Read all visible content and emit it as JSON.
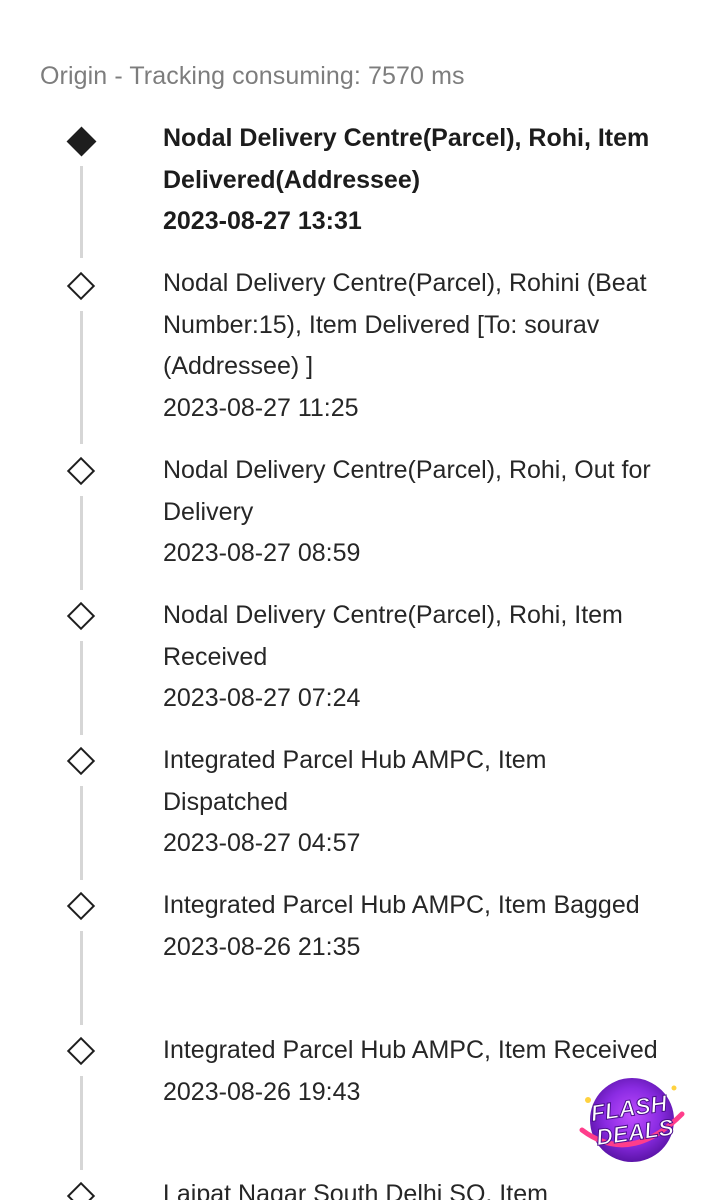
{
  "header": {
    "text": "Origin - Tracking consuming: 7570 ms"
  },
  "events": [
    {
      "description": "Nodal Delivery Centre(Parcel), Rohi, Item Delivered(Addressee)",
      "time": "2023-08-27 13:31",
      "current": true
    },
    {
      "description": "Nodal Delivery Centre(Parcel), Rohini (Beat Number:15), Item Delivered [To: sourav (Addressee) ]",
      "time": "2023-08-27 11:25",
      "current": false
    },
    {
      "description": "Nodal Delivery Centre(Parcel), Rohi, Out for Delivery",
      "time": "2023-08-27 08:59",
      "current": false
    },
    {
      "description": "Nodal Delivery Centre(Parcel), Rohi, Item Received",
      "time": "2023-08-27 07:24",
      "current": false
    },
    {
      "description": "Integrated Parcel Hub AMPC, Item Dispatched",
      "time": "2023-08-27 04:57",
      "current": false
    },
    {
      "description": "Integrated Parcel Hub AMPC, Item Bagged",
      "time": "2023-08-26 21:35",
      "current": false
    },
    {
      "description": "Integrated Parcel Hub AMPC, Item Received",
      "time": "2023-08-26 19:43",
      "current": false
    },
    {
      "description": "Lajpat Nagar South Delhi SO, Item",
      "time": "",
      "current": false
    }
  ],
  "flash_badge": {
    "line1": "FLASH",
    "line2": "DEALS"
  }
}
